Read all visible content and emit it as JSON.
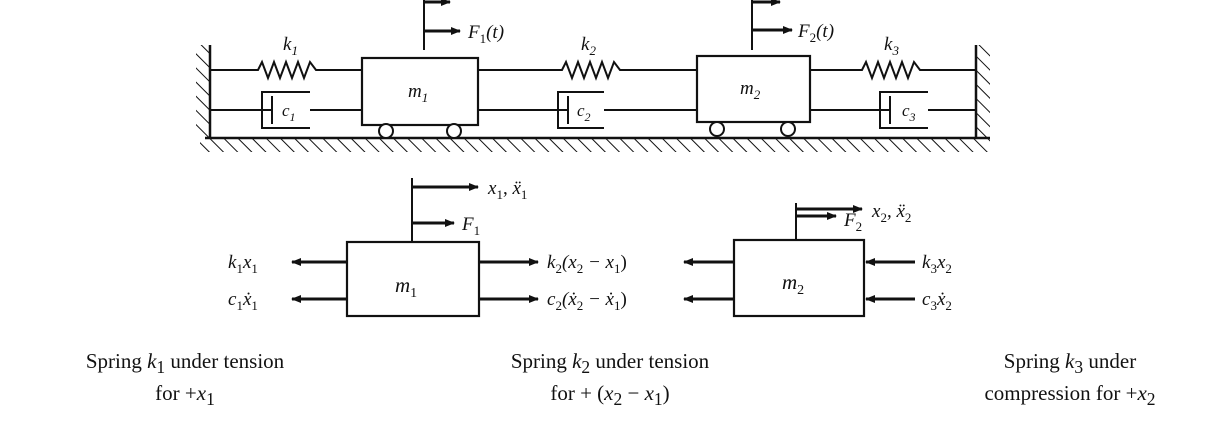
{
  "system": {
    "springs": [
      "k",
      "k",
      "k"
    ],
    "spring_subscripts": [
      "1",
      "2",
      "3"
    ],
    "dampers": [
      "c",
      "c",
      "c"
    ],
    "damper_subscripts": [
      "1",
      "2",
      "3"
    ],
    "masses": [
      "m",
      "m"
    ],
    "mass_subscripts": [
      "1",
      "2"
    ],
    "forces": [
      "F",
      "F"
    ],
    "force_subscripts": [
      "1",
      "2"
    ],
    "force_arg": "(t)"
  },
  "fbd": {
    "m1": {
      "label": "m",
      "sub": "1",
      "top_disp": "x",
      "top_disp_sub": "1",
      "top_acc": "ẍ",
      "top_acc_sub": "1",
      "force": "F",
      "force_sub": "1",
      "left_spring": {
        "a": "k",
        "a_sub": "1",
        "b": "x",
        "b_sub": "1"
      },
      "left_damper": {
        "a": "c",
        "a_sub": "1",
        "b": "ẋ",
        "b_sub": "1"
      },
      "right_spring": {
        "a": "k",
        "a_sub": "2",
        "open": "(x",
        "s1": "2",
        "minus": " − x",
        "s2": "1",
        "close": ")"
      },
      "right_damper": {
        "a": "c",
        "a_sub": "2",
        "open": "(ẋ",
        "s1": "2",
        "minus": " − ẋ",
        "s2": "1",
        "close": ")"
      }
    },
    "m2": {
      "label": "m",
      "sub": "2",
      "top_disp": "x",
      "top_disp_sub": "2",
      "top_acc": "ẍ",
      "top_acc_sub": "2",
      "force": "F",
      "force_sub": "2",
      "right_spring": {
        "a": "k",
        "a_sub": "3",
        "b": "x",
        "b_sub": "2"
      },
      "right_damper": {
        "a": "c",
        "a_sub": "3",
        "b": "ẋ",
        "b_sub": "2"
      }
    }
  },
  "captions": {
    "c1_line1_pre": "Spring ",
    "c1_k": "k",
    "c1_k_sub": "1",
    "c1_line1_post": " under tension",
    "c1_line2_pre": "for +",
    "c1_x": "x",
    "c1_x_sub": "1",
    "c2_line1_pre": "Spring ",
    "c2_k": "k",
    "c2_k_sub": "2",
    "c2_line1_post": " under tension",
    "c2_line2_pre": "for + (",
    "c2_x2": "x",
    "c2_x2_sub": "2",
    "c2_mid": " − ",
    "c2_x1": "x",
    "c2_x1_sub": "1",
    "c2_line2_post": ")",
    "c3_line1_pre": "Spring ",
    "c3_k": "k",
    "c3_k_sub": "3",
    "c3_line1_post": " under",
    "c3_line2_pre": "compression for +",
    "c3_x": "x",
    "c3_x_sub": "2"
  },
  "colors": {
    "ink": "#111111",
    "background": "#ffffff"
  }
}
